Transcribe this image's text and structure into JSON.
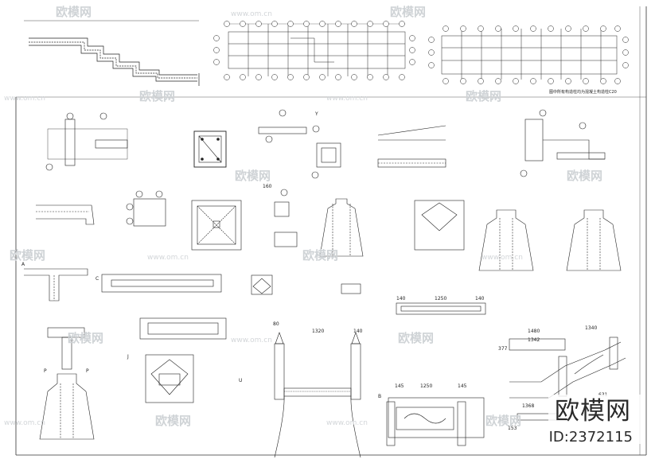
{
  "watermark": {
    "brand": "欧模网",
    "url": "www.om.cn",
    "id": "ID:2372115"
  },
  "notes": {
    "top_right": "图中所有构造柱均为混凝土构造柱C20"
  },
  "dimensions": {
    "d80": "80",
    "d1320": "1320",
    "d140": "140",
    "d1250": "1250",
    "d1480": "1480",
    "d1340": "1340",
    "d1342": "1342",
    "d1368": "1368",
    "d153": "153",
    "d145": "145",
    "d631": "631",
    "d377": "377",
    "d160": "160"
  },
  "section_marks": {
    "a": "A",
    "c": "C",
    "p": "P",
    "b": "B",
    "j": "J",
    "y": "Y",
    "u": "U"
  }
}
